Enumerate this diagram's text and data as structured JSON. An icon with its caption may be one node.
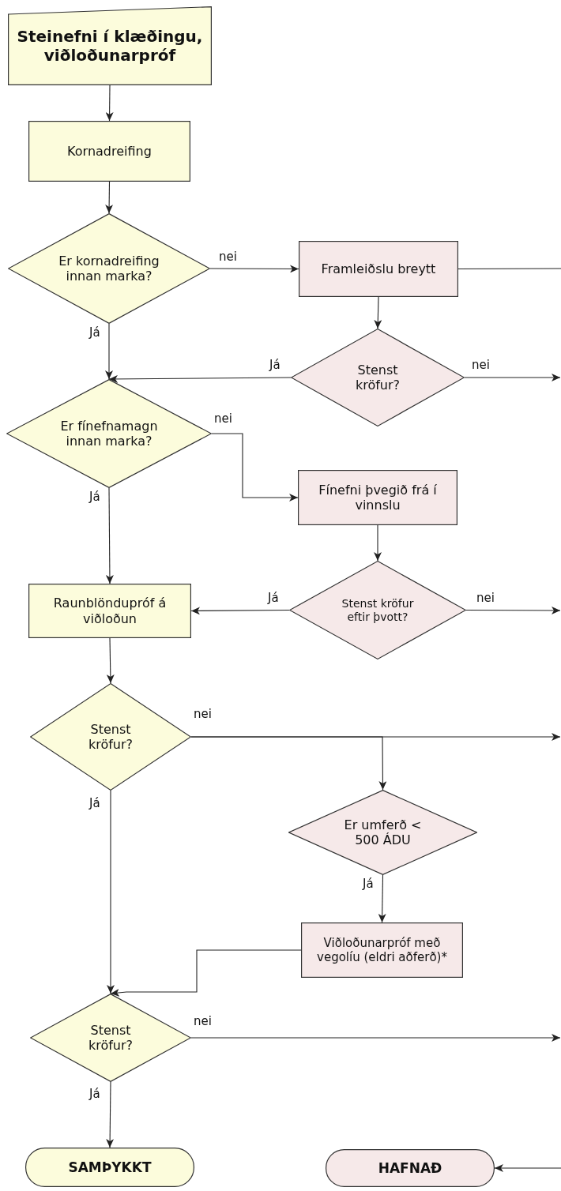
{
  "diagram": {
    "nodes": [
      {
        "text": [
          "Steinefni í klæðingu, viðloðunarpróf"
        ]
      },
      {
        "text": [
          "Kornadreifing"
        ]
      },
      {
        "text": [
          "Er kornadreifing innan marka?"
        ]
      },
      {
        "text": [
          "Framleiðslu breytt"
        ]
      },
      {
        "text": [
          "Stenst kröfur?"
        ]
      },
      {
        "text": [
          "Er fínefnamagn innan marka?"
        ]
      },
      {
        "text": [
          "Fínefni þvegið frá í vinnslu"
        ]
      },
      {
        "text": [
          "Raunblöndupróf á viðloðun"
        ]
      },
      {
        "text": [
          "Stenst kröfur eftir þvott?"
        ]
      },
      {
        "text": [
          "Stenst kröfur?"
        ]
      },
      {
        "text": [
          "Er umferð < 500 ÁDU"
        ]
      },
      {
        "text": [
          "Viðloðunarpróf með vegolíu (eldri aðferð)*"
        ]
      },
      {
        "text": [
          "Stenst kröfur?"
        ]
      },
      {
        "text": [
          "SAMÞYKKT"
        ]
      },
      {
        "text": [
          "HAFNAÐ"
        ]
      }
    ],
    "edges": [
      {
        "from": 0,
        "to": 1,
        "arrow": "to"
      },
      {
        "from": 1,
        "to": 2,
        "arrow": "to"
      },
      {
        "from": 2,
        "to": 3,
        "arrow": "to",
        "label": "nei"
      },
      {
        "from": 2,
        "to": 5,
        "arrow": "to",
        "label": "Já"
      },
      {
        "from": 3,
        "to": 4,
        "arrow": "to"
      },
      {
        "from": 3,
        "to": null,
        "arrow": "none"
      },
      {
        "from": 4,
        "to": null,
        "arrow": "to",
        "label": "nei"
      },
      {
        "from": 4,
        "to": 5,
        "arrow": "to",
        "label": "Já"
      },
      {
        "from": 5,
        "to": 6,
        "arrow": "to",
        "label": "nei"
      },
      {
        "from": 5,
        "to": 7,
        "arrow": "to",
        "label": "Já"
      },
      {
        "from": 6,
        "to": 8,
        "arrow": "to"
      },
      {
        "from": 8,
        "to": 7,
        "arrow": "to",
        "label": "Já"
      },
      {
        "from": 8,
        "to": null,
        "arrow": "to",
        "label": "nei"
      },
      {
        "from": 7,
        "to": 9,
        "arrow": "to"
      },
      {
        "from": 9,
        "to": null,
        "arrow": "to",
        "label": "nei"
      },
      {
        "from": 9,
        "to": 10,
        "arrow": "to"
      },
      {
        "from": 10,
        "to": 11,
        "arrow": "to",
        "label": "Já"
      },
      {
        "from": 9,
        "to": 12,
        "arrow": "to",
        "label": "Já"
      },
      {
        "from": 11,
        "to": 12,
        "arrow": "to"
      },
      {
        "from": 12,
        "to": 13,
        "arrow": "to",
        "label": "Já"
      },
      {
        "from": 12,
        "to": null,
        "arrow": "to",
        "label": "nei"
      },
      {
        "from": null,
        "to": 14,
        "arrow": "to"
      }
    ]
  }
}
